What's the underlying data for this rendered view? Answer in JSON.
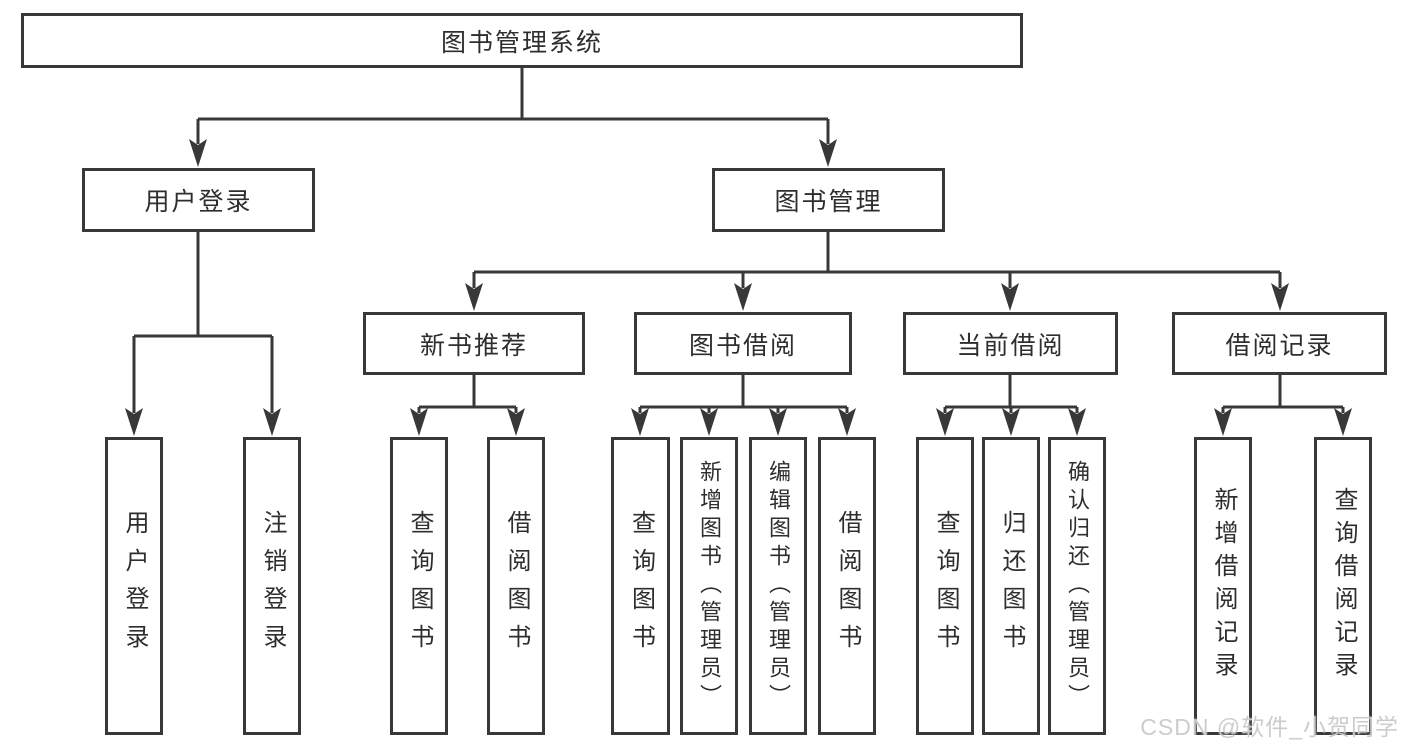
{
  "title": "图书管理系统",
  "watermark": "CSDN @软件_小贺同学",
  "colors": {
    "line": "#383838",
    "text": "#2e2e2e",
    "watermark": "#c9c9c9",
    "background": "#ffffff"
  },
  "boxes": {
    "root": "图书管理系统",
    "branches": [
      {
        "label": "用户登录",
        "leaves": [
          "用户登录",
          "注销登录"
        ]
      },
      {
        "label": "图书管理"
      }
    ],
    "sections": [
      {
        "label": "新书推荐",
        "leaves": [
          "查询图书",
          "借阅图书"
        ]
      },
      {
        "label": "图书借阅",
        "leaves": [
          "查询图书",
          "新增图书（管理员）",
          "编辑图书（管理员）",
          "借阅图书"
        ]
      },
      {
        "label": "当前借阅",
        "leaves": [
          "查询图书",
          "归还图书",
          "确认归还（管理员）"
        ]
      },
      {
        "label": "借阅记录",
        "leaves": [
          "新增借阅记录",
          "查询借阅记录"
        ]
      }
    ]
  }
}
